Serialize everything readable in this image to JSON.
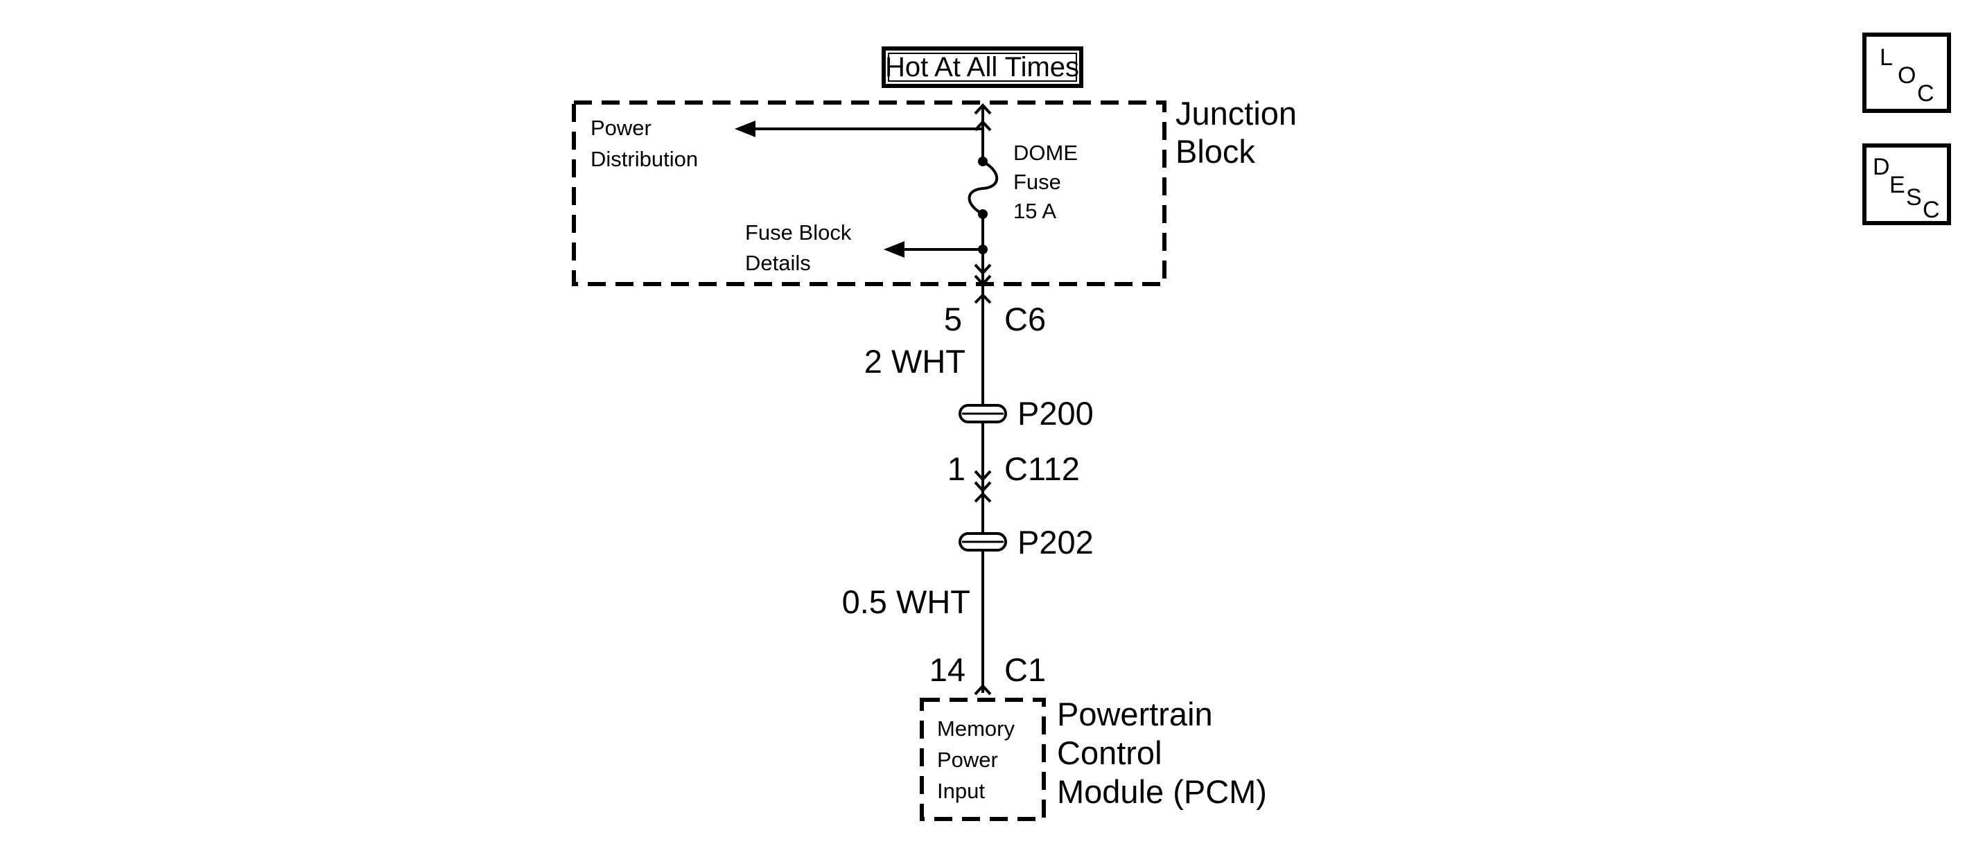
{
  "header": {
    "hot_label": "Hot At All Times"
  },
  "junction_block": {
    "name_line1": "Junction",
    "name_line2": "Block",
    "power_dist_line1": "Power",
    "power_dist_line2": "Distribution",
    "fuse_name": "DOME",
    "fuse_word": "Fuse",
    "fuse_rating": "15 A",
    "fuse_block_line1": "Fuse Block",
    "fuse_block_line2": "Details"
  },
  "circuit": {
    "c6_pin": "5",
    "c6_name": "C6",
    "wire1": "2 WHT",
    "p200": "P200",
    "c112_pin": "1",
    "c112_name": "C112",
    "p202": "P202",
    "wire2": "0.5 WHT",
    "c1_pin": "14",
    "c1_name": "C1"
  },
  "pcm": {
    "input_line1": "Memory",
    "input_line2": "Power",
    "input_line3": "Input",
    "name_line1": "Powertrain",
    "name_line2": "Control",
    "name_line3": "Module (PCM)"
  },
  "side_buttons": {
    "loc": {
      "big": "L",
      "small1": "O",
      "small2": "C"
    },
    "desc": {
      "big": "D",
      "small1": "E",
      "small2": "S",
      "small3": "C"
    }
  }
}
